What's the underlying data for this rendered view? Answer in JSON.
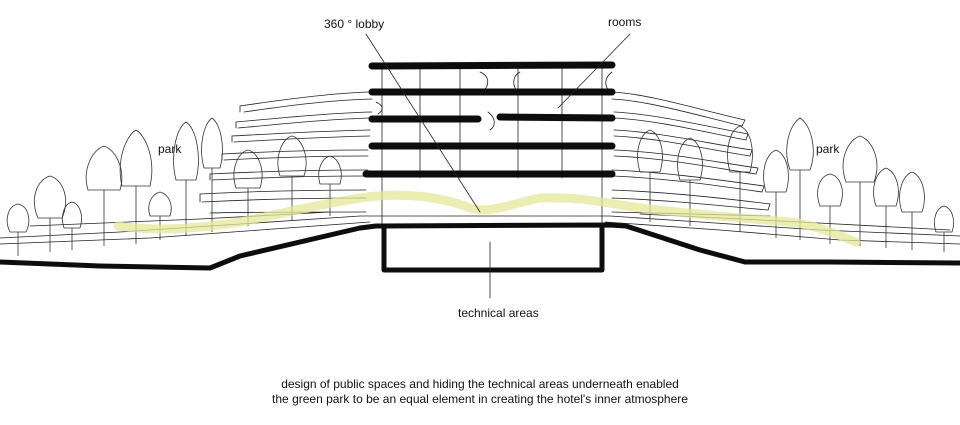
{
  "labels": {
    "lobby": "360 ° lobby",
    "rooms": "rooms",
    "park_left": "park",
    "park_right": "park",
    "technical": "technical areas"
  },
  "caption": {
    "line1": "design of public spaces and hiding the technical areas underneath enabled",
    "line2": "the green park to be an equal element in creating the hotel's inner atmosphere"
  },
  "colors": {
    "ink": "#0d0d0d",
    "pencil": "#222222",
    "highlight": "#e6e79a"
  }
}
